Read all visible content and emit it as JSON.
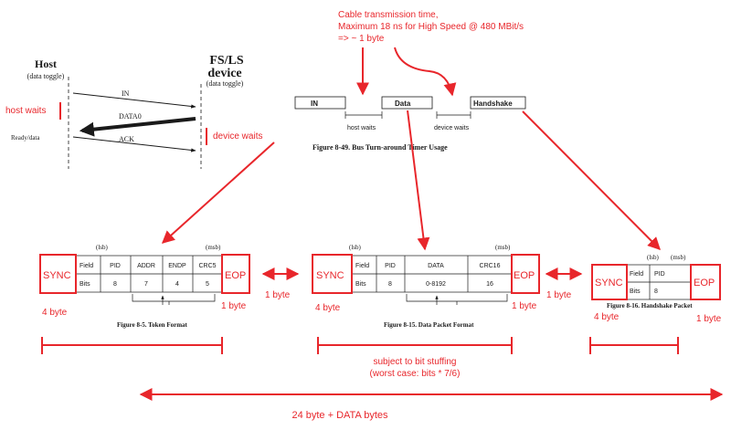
{
  "colors": {
    "annotation": "#e8262b",
    "ink": "#1a1a1a",
    "gray": "#777777"
  },
  "handshake_flow": {
    "host_title": "Host",
    "host_subtitle": "(data toggle)",
    "device_title": "FS/LS",
    "device_title_2": "device",
    "device_subtitle": "(data toggle)",
    "msg_in": "IN",
    "msg_data0": "DATA0",
    "msg_ack": "ACK",
    "ready_label": "Ready/data",
    "host_waits": "host waits",
    "device_waits": "device waits"
  },
  "cable_note": {
    "line1": "Cable transmission time,",
    "line2": "Maximum 18 ns for High Speed @ 480 MBit/s",
    "line3": "=> ~ 1 byte"
  },
  "turnaround": {
    "boxes": [
      "IN",
      "Data",
      "Handshake"
    ],
    "host_waits": "host waits",
    "device_waits": "device waits",
    "caption": "Figure 8-49.  Bus Turn-around Timer Usage"
  },
  "token_packet": {
    "lsb": "(lsb)",
    "msb": "(msb)",
    "fields": [
      "Field",
      "PID",
      "ADDR",
      "ENDP",
      "CRC5"
    ],
    "bits": [
      "Bits",
      "8",
      "7",
      "4",
      "5"
    ],
    "sync": "SYNC",
    "eop": "EOP",
    "sync_bytes": "4 byte",
    "eop_bytes": "1 byte",
    "caption": "Figure 8-5.  Token Format"
  },
  "data_packet": {
    "lsb": "(lsb)",
    "msb": "(msb)",
    "fields": [
      "Field",
      "PID",
      "DATA",
      "CRC16"
    ],
    "bits": [
      "Bits",
      "8",
      "0-8192",
      "16"
    ],
    "sync": "SYNC",
    "eop": "EOP",
    "sync_bytes": "4 byte",
    "eop_bytes": "1 byte",
    "caption": "Figure 8-15.  Data Packet Format"
  },
  "handshake_packet": {
    "lsb": "(lsb)",
    "msb": "(msb)",
    "fields": [
      "Field",
      "PID"
    ],
    "bits": [
      "Bits",
      "8"
    ],
    "sync": "SYNC",
    "eop": "EOP",
    "sync_bytes": "4 byte",
    "eop_bytes": "1 byte",
    "caption": "Figure 8-16.  Handshake Packet"
  },
  "gaps": {
    "gap1": "1 byte",
    "gap2": "1 byte"
  },
  "stuffing": {
    "line1": "subject to bit stuffing",
    "line2": "(worst case: bits * 7/6)"
  },
  "total": "24 byte  +  DATA bytes"
}
